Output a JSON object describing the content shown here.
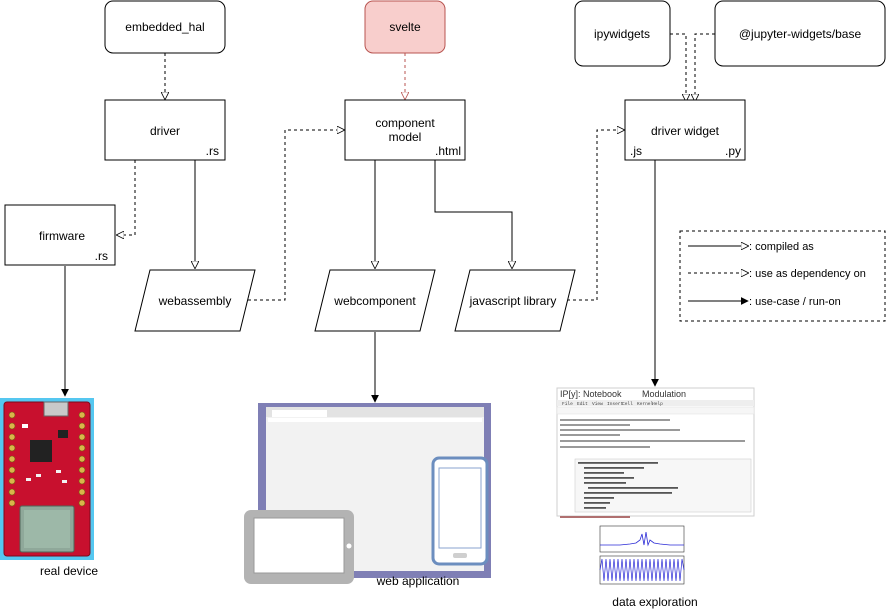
{
  "nodes": {
    "embedded_hal": "embedded_hal",
    "svelte": "svelte",
    "ipywidgets": "ipywidgets",
    "jupyter_widgets_base": "@jupyter-widgets/base",
    "driver": {
      "label": "driver",
      "ext": ".rs"
    },
    "component_model": {
      "line1": "component",
      "line2": "model",
      "ext": ".html"
    },
    "driver_widget": {
      "label": "driver widget",
      "ext_left": ".js",
      "ext_right": ".py"
    },
    "firmware": {
      "label": "firmware",
      "ext": ".rs"
    },
    "webassembly": "webassembly",
    "webcomponent": "webcomponent",
    "javascript_library": "javascript library"
  },
  "legend": {
    "compiled_as": ": compiled as",
    "dependency": ": use as dependency on",
    "run_on": ": use-case / run-on"
  },
  "captions": {
    "real_device": "real device",
    "web_application": "web application",
    "data_exploration": "data exploration"
  },
  "notebook": {
    "logo": "IP[y]: Notebook",
    "name": "Modulation",
    "menu": [
      "File",
      "Edit",
      "View",
      "Insert",
      "Cell",
      "Kernel",
      "Help"
    ]
  },
  "colors": {
    "svelte_fill": "#f8cecc",
    "svelte_stroke": "#b85450",
    "board_red": "#c8102e",
    "board_bg": "#55c7f0",
    "browser_frame": "#7f7fb5",
    "device_gray": "#b3b3b3",
    "phone_blue": "#6c8ebf"
  }
}
